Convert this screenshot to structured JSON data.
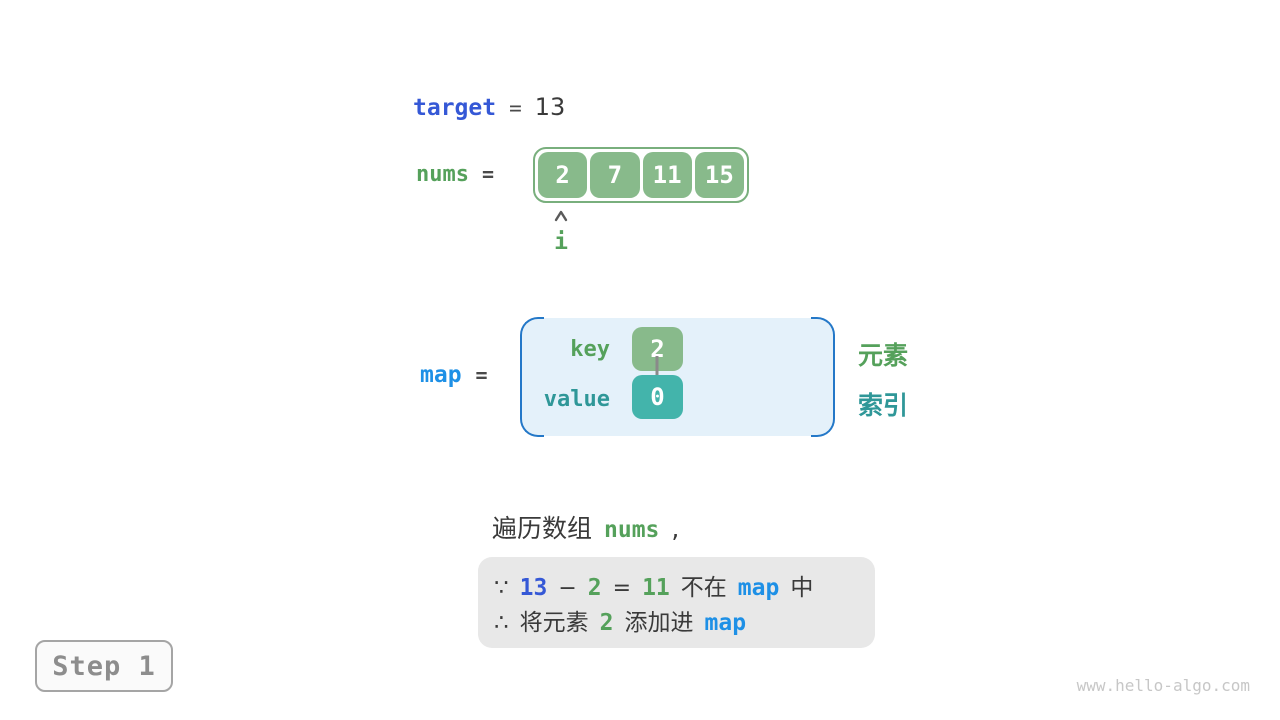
{
  "colors": {
    "keyword_blue": "#3558d6",
    "map_azure": "#1e90e6",
    "green_text": "#55a15b",
    "teal_text": "#2f9798",
    "cell_green_bg": "#88ba8b",
    "value_teal_bg": "#43b4ab",
    "array_border_green": "#79af7d",
    "map_fill_blue": "#e4f1fa",
    "map_bracket_blue": "#2478c8",
    "note_bg_gray": "#e8e8e8",
    "text_dark": "#3a3a3a"
  },
  "target_line": {
    "keyword": "target",
    "equals": "=",
    "value": "13"
  },
  "nums_line": {
    "label": "nums",
    "equals": "=",
    "cells": [
      "2",
      "7",
      "11",
      "15"
    ],
    "index_pointer_label": "i"
  },
  "map_line": {
    "label": "map",
    "equals": "=",
    "key_label": "key",
    "key_value": "2",
    "value_label": "value",
    "value_value": "0",
    "element_annotation": "元素",
    "index_annotation": "索引"
  },
  "caption": {
    "prefix": "遍历数组",
    "code": "nums",
    "suffix": ","
  },
  "note": {
    "line1": {
      "sign": "∵",
      "minuend": "13",
      "minus": "−",
      "subtrahend": "2",
      "equals": "=",
      "difference": "11",
      "not_in": "不在",
      "map": "map",
      "in_suffix": "中"
    },
    "line2": {
      "sign": "∴",
      "prefix": "将元素",
      "element": "2",
      "action": "添加进",
      "map": "map"
    }
  },
  "step": {
    "label": "Step 1"
  },
  "watermark": "www.hello-algo.com"
}
